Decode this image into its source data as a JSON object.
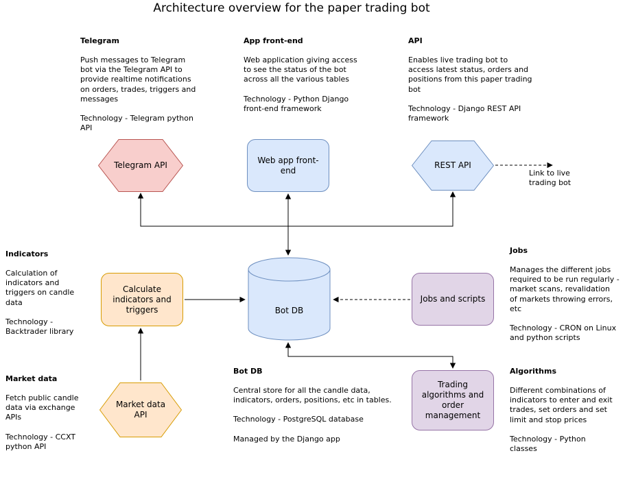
{
  "title": "Architecture overview for the paper trading bot",
  "colors": {
    "red_fill": "#f8cecc",
    "red_stroke": "#b85450",
    "blue_fill": "#dae8fc",
    "blue_stroke": "#6c8ebf",
    "orange_fill": "#ffe6cc",
    "orange_stroke": "#d79b00",
    "purple_fill": "#e1d5e7",
    "purple_stroke": "#9673a6",
    "connector": "#000000"
  },
  "annotations": {
    "telegram": {
      "heading": "Telegram",
      "para1": "Push messages to Telegram bot via the Telegram API to provide realtime notifications on orders, trades, triggers and messages",
      "para2": "Technology - Telegram python API"
    },
    "app_front_end": {
      "heading": "App front-end",
      "para1": "Web application giving access to see the status of the bot across all the various tables",
      "para2": "Technology - Python Django front-end framework"
    },
    "api": {
      "heading": "API",
      "para1": "Enables live trading bot to access latest status, orders and positions from this paper trading bot",
      "para2": "Technology - Django REST API framework"
    },
    "indicators": {
      "heading": "Indicators",
      "para1": "Calculation of indicators and triggers on candle data",
      "para2": "Technology - Backtrader library"
    },
    "jobs": {
      "heading": "Jobs",
      "para1": "Manages the different jobs required to be run regularly - market scans, revalidation of markets throwing errors, etc",
      "para2": "Technology - CRON on Linux and python scripts"
    },
    "market_data": {
      "heading": "Market data",
      "para1": "Fetch public candle data via exchange APIs",
      "para2": "Technology - CCXT python API"
    },
    "bot_db": {
      "heading": "Bot DB",
      "para1": "Central store for all the candle data, indicators, orders, positions, etc in tables.",
      "para2": "Technology - PostgreSQL database",
      "para3": "Managed by the Django app"
    },
    "algorithms": {
      "heading": "Algorithms",
      "para1": "Different combinations of indicators to enter and exit trades, set orders and set limit and stop prices",
      "para2": "Technology - Python classes"
    }
  },
  "nodes": {
    "telegram_api": "Telegram API",
    "web_app": "Web app front-end",
    "rest_api": "REST API",
    "calc_indicators": "Calculate indicators and triggers",
    "bot_db": "Bot DB",
    "jobs_scripts": "Jobs and scripts",
    "trading_algos": "Trading algorithms and order management",
    "market_data_api": "Market data API",
    "link_to_live": "Link to live trading bot"
  }
}
